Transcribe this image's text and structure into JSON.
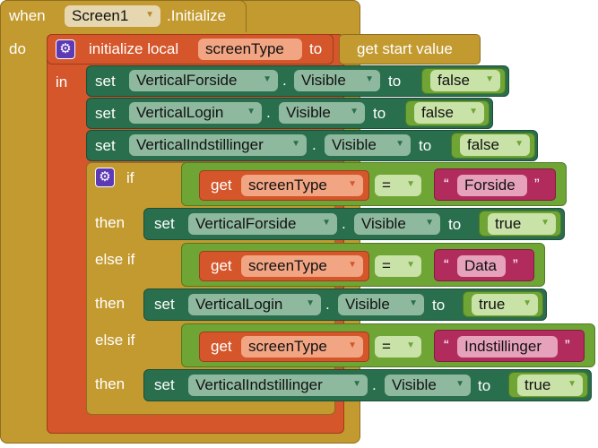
{
  "event": {
    "when": "when",
    "component": "Screen1",
    "method": ".Initialize",
    "do": "do"
  },
  "local": {
    "label": "initialize local",
    "var": "screenType",
    "to": "to",
    "in": "in",
    "start_value": "get start value"
  },
  "setters": [
    {
      "set": "set",
      "component": "VerticalForside",
      "dot": ".",
      "prop": "Visible",
      "to": "to",
      "value": "false"
    },
    {
      "set": "set",
      "component": "VerticalLogin",
      "dot": ".",
      "prop": "Visible",
      "to": "to",
      "value": "false"
    },
    {
      "set": "set",
      "component": "VerticalIndstillinger",
      "dot": ".",
      "prop": "Visible",
      "to": "to",
      "value": "false"
    }
  ],
  "ifblock": {
    "if": "if",
    "then": "then",
    "else_if": "else if",
    "branches": [
      {
        "get": "get",
        "var": "screenType",
        "op": "=",
        "open_quote": "“",
        "close_quote": "”",
        "text": "Forside",
        "set": "set",
        "component": "VerticalForside",
        "dot": ".",
        "prop": "Visible",
        "to": "to",
        "value": "true"
      },
      {
        "get": "get",
        "var": "screenType",
        "op": "=",
        "open_quote": "“",
        "close_quote": "”",
        "text": "Data",
        "set": "set",
        "component": "VerticalLogin",
        "dot": ".",
        "prop": "Visible",
        "to": "to",
        "value": "true"
      },
      {
        "get": "get",
        "var": "screenType",
        "op": "=",
        "open_quote": "“",
        "close_quote": "”",
        "text": "Indstillinger",
        "set": "set",
        "component": "VerticalIndstillinger",
        "dot": ".",
        "prop": "Visible",
        "to": "to",
        "value": "true"
      }
    ]
  },
  "icons": {
    "dropdown": "▼",
    "gear": "⚙"
  }
}
